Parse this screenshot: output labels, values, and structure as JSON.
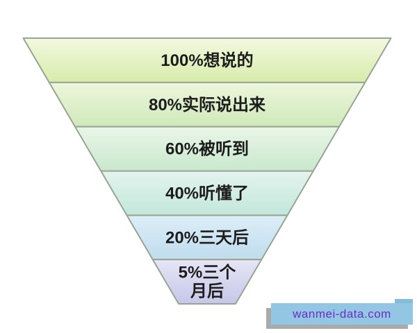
{
  "chart_data": {
    "type": "funnel",
    "title": "",
    "orientation": "inverted-pyramid",
    "unit": "%",
    "levels": [
      {
        "value": 100,
        "label": "100%想说的",
        "lines": [
          "100%想说的"
        ],
        "color_top": "#f3f8e1",
        "color_bottom": "#d7ecaa"
      },
      {
        "value": 80,
        "label": "80%实际说出来",
        "lines": [
          "80%实际说出来"
        ],
        "color_top": "#edf6dc",
        "color_bottom": "#cfe9ba"
      },
      {
        "value": 60,
        "label": "60%被听到",
        "lines": [
          "60%被听到"
        ],
        "color_top": "#eaf6e8",
        "color_bottom": "#c9e8cd"
      },
      {
        "value": 40,
        "label": "40%听懂了",
        "lines": [
          "40%听懂了"
        ],
        "color_top": "#e4f4ee",
        "color_bottom": "#c2e7da"
      },
      {
        "value": 20,
        "label": "20%三天后",
        "lines": [
          "20%三天后"
        ],
        "color_top": "#ddeef7",
        "color_bottom": "#c0dcee"
      },
      {
        "value": 5,
        "label": "5%三个月后",
        "lines": [
          "5%三个",
          "月后"
        ],
        "color_top": "#e6e6f6",
        "color_bottom": "#c6c6e9"
      }
    ],
    "outline_color": "#98a492",
    "text_color": "#1c1c1c",
    "background": "#ffffff",
    "legend": "none",
    "grid": false
  },
  "watermark": {
    "text": "wanmei-data.com",
    "text_color": "#6a2fc4",
    "box_color": "#92c6e3",
    "tab_color": "#85bcdc",
    "shadow_color": "#a9aaac"
  }
}
